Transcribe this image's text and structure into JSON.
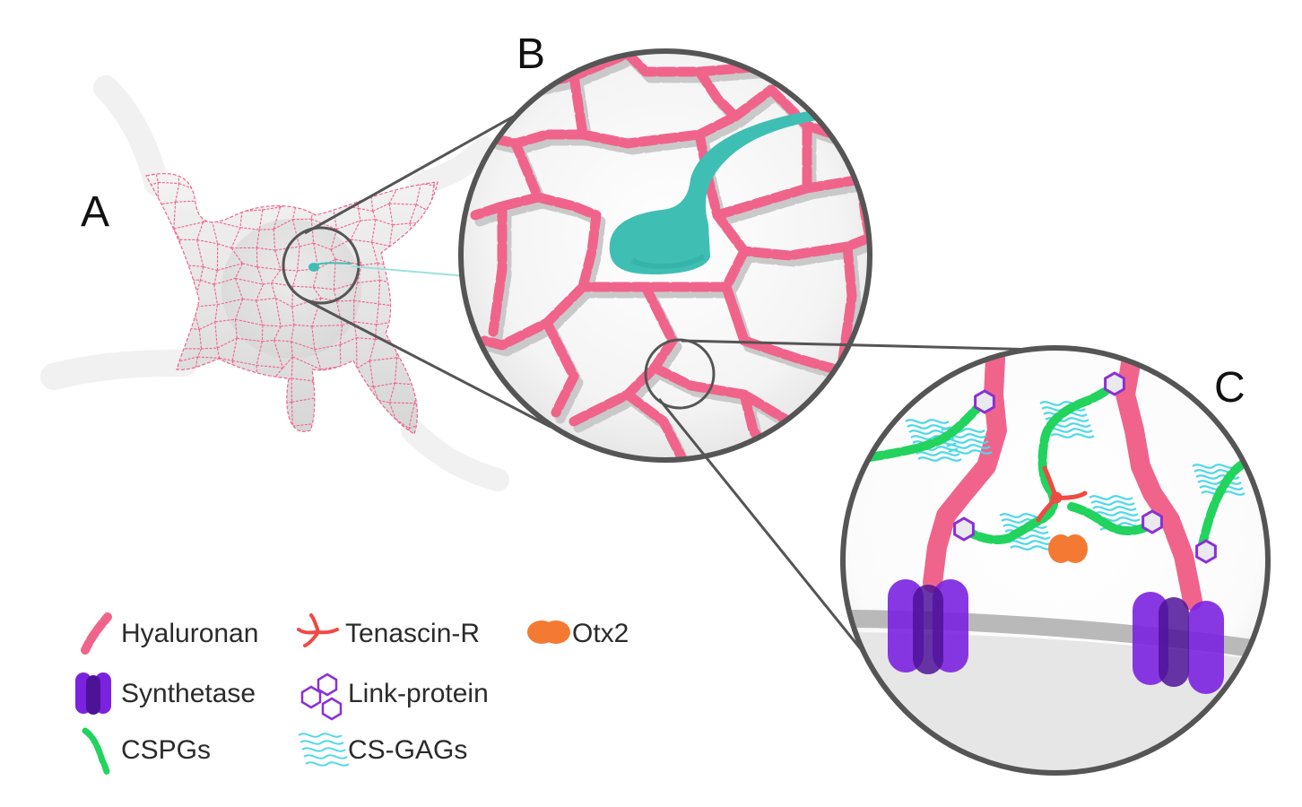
{
  "panels": {
    "a": "A",
    "b": "B",
    "c": "C"
  },
  "legend": {
    "items": [
      {
        "label": "Hyaluronan",
        "icon": "hyaluronan-icon",
        "color": "#f0648c"
      },
      {
        "label": "Synthetase",
        "icon": "synthetase-icon",
        "color": "#7b22e0"
      },
      {
        "label": "CSPGs",
        "icon": "cspg-icon",
        "color": "#22d35e"
      },
      {
        "label": "Tenascin-R",
        "icon": "tenascin-icon",
        "color": "#ef4a43"
      },
      {
        "label": "Link-protein",
        "icon": "link-protein-icon",
        "color": "#8b2fd6"
      },
      {
        "label": "CS-GAGs",
        "icon": "cs-gag-icon",
        "color": "#4fd8e8"
      },
      {
        "label": "Otx2",
        "icon": "otx2-icon",
        "color": "#f47a33"
      }
    ]
  },
  "colors": {
    "hyaluronan": "#f0648c",
    "synthetase": "#7b22e0",
    "cspg": "#22d35e",
    "tenascin": "#ef4a43",
    "link_protein": "#8b2fd6",
    "cs_gag": "#4fd8e8",
    "otx2": "#f47a33",
    "neuron_fill": "#e4e4e4",
    "axon": "#3fbfb4",
    "outline": "#555555"
  }
}
